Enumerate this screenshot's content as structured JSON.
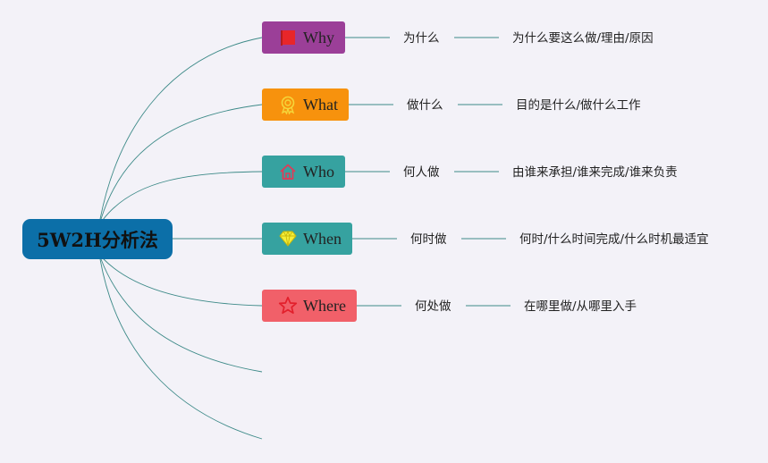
{
  "root": {
    "label": "5W2H分析法"
  },
  "branches": [
    {
      "label": "Why",
      "icon": "flag-icon",
      "color": "#9b3f98",
      "sub": "为什么",
      "detail": "为什么要这么做/理由/原因"
    },
    {
      "label": "What",
      "icon": "medal-icon",
      "color": "#f7920d",
      "sub": "做什么",
      "detail": "目的是什么/做什么工作"
    },
    {
      "label": "Who",
      "icon": "house-icon",
      "color": "#36a2a0",
      "sub": "何人做",
      "detail": "由谁来承担/谁来完成/谁来负责"
    },
    {
      "label": "When",
      "icon": "diamond-icon",
      "color": "#36a2a0",
      "sub": "何时做",
      "detail": "何时/什么时间完成/什么时机最适宜"
    },
    {
      "label": "Where",
      "icon": "star-icon",
      "color": "#f16069",
      "sub": "何处做",
      "detail": "在哪里做/从哪里入手"
    }
  ],
  "colors": {
    "background": "#f3f2f8",
    "root": "#0c6fa8",
    "connector": "#3d8a88"
  }
}
